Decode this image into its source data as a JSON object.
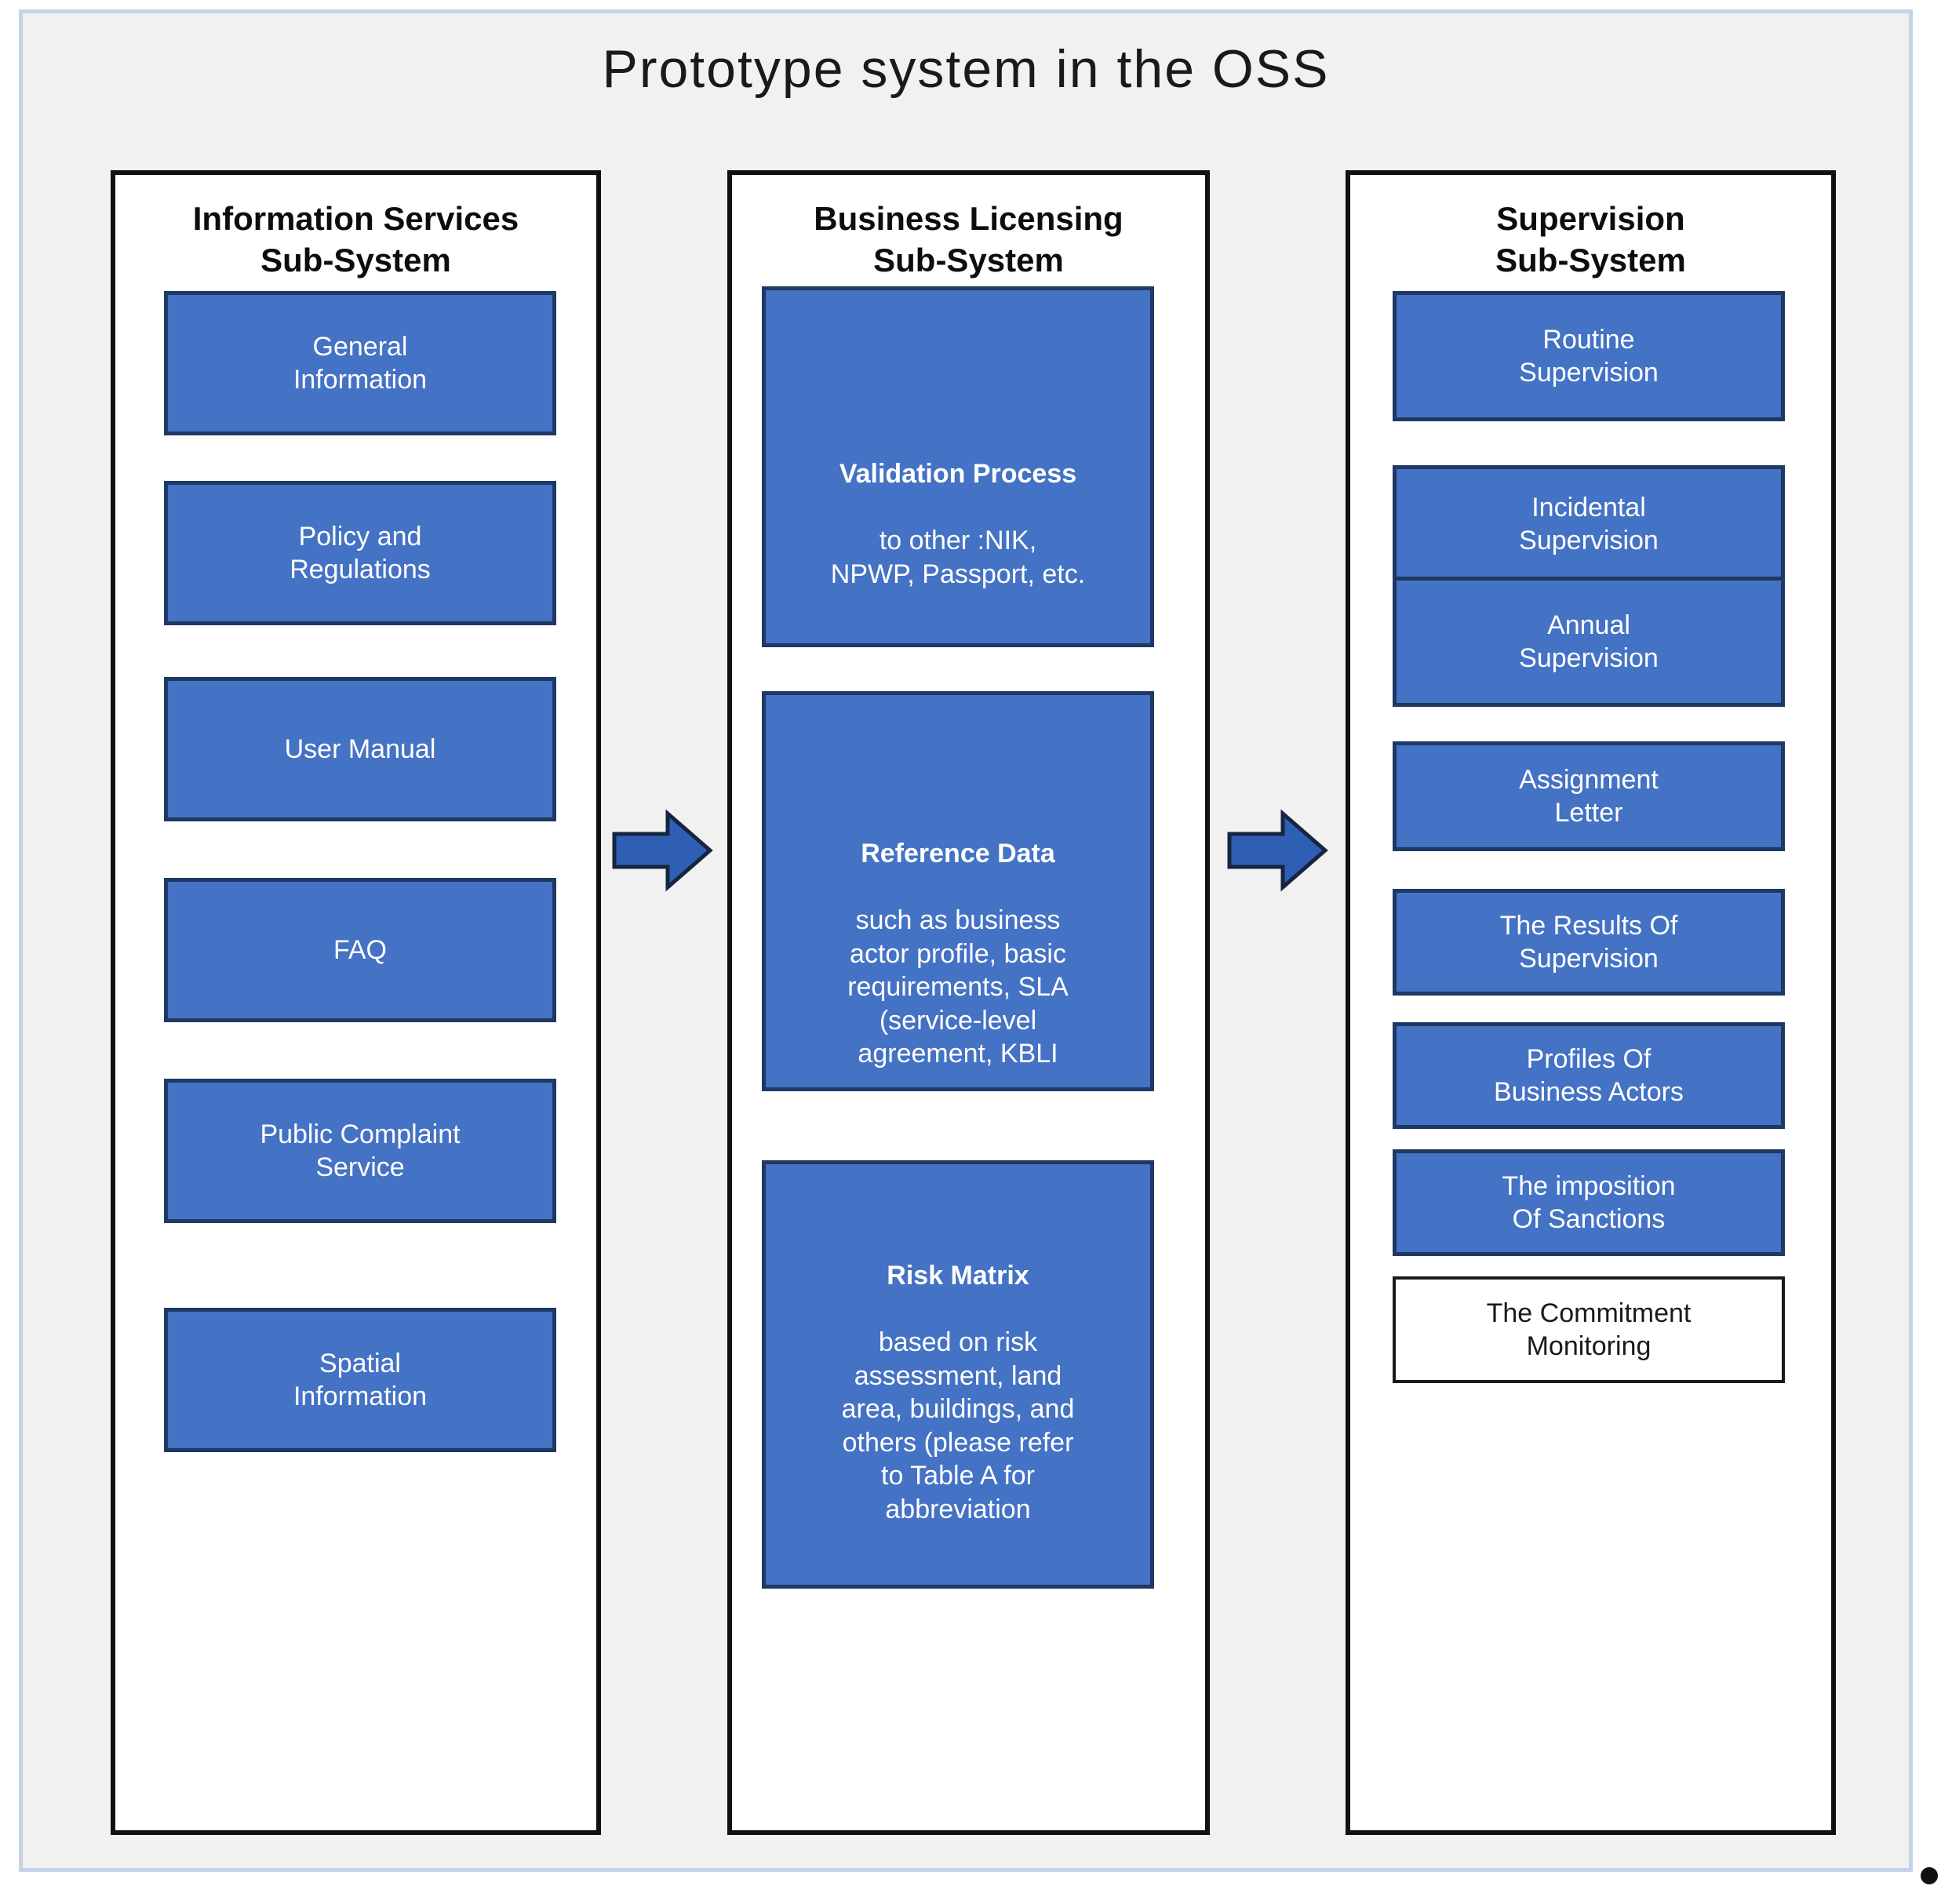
{
  "diagram": {
    "title": "Prototype system in the OSS",
    "colors": {
      "node_fill": "#4472C4",
      "node_border": "#1F3864",
      "panel_border": "#111111",
      "frame_border": "#C5D3EA",
      "frame_background": "#F1F1F1",
      "arrow_fill": "#2F5FB4"
    }
  },
  "columns": [
    {
      "title": "Information Services\nSub-System",
      "nodes": [
        {
          "label": "General\nInformation",
          "style": "filled"
        },
        {
          "label": "Policy and\nRegulations",
          "style": "filled"
        },
        {
          "label": "User Manual",
          "style": "filled"
        },
        {
          "label": "FAQ",
          "style": "filled"
        },
        {
          "label": "Public Complaint\nService",
          "style": "filled"
        },
        {
          "label": "Spatial\nInformation",
          "style": "filled"
        }
      ]
    },
    {
      "title": "Business Licensing\nSub-System",
      "nodes": [
        {
          "style": "filled",
          "lead": "Validation Process",
          "body": "to other  :NIK,\nNPWP, Passport, etc.",
          "label": "Validation Process to other  :NIK, NPWP, Passport, etc."
        },
        {
          "style": "filled",
          "lead": "Reference Data",
          "body": "such as  business\nactor profile, basic\nrequirements, SLA\n(service-level\nagreement, KBLI",
          "label": "Reference Data such as  business actor profile, basic requirements, SLA (service-level agreement, KBLI"
        },
        {
          "style": "filled",
          "lead": "Risk Matrix",
          "body": "based on risk\nassessment, land\narea, buildings, and\nothers (please refer\nto Table A for\nabbreviation",
          "label": "Risk Matrix based on risk assessment, land area, buildings, and others (please refer to Table A for abbreviation"
        }
      ]
    },
    {
      "title": "Supervision\nSub-System",
      "nodes": [
        {
          "label": "Routine\nSupervision",
          "style": "filled"
        },
        {
          "label": "Incidental\nSupervision",
          "style": "filled"
        },
        {
          "label": "Annual\nSupervision",
          "style": "filled"
        },
        {
          "label": "Assignment\nLetter",
          "style": "filled"
        },
        {
          "label": "The Results Of\nSupervision",
          "style": "filled"
        },
        {
          "label": "Profiles Of\nBusiness Actors",
          "style": "filled"
        },
        {
          "label": "The imposition\nOf Sanctions",
          "style": "filled"
        },
        {
          "label": "The Commitment\nMonitoring",
          "style": "plain"
        }
      ]
    }
  ],
  "arrows": [
    {
      "name": "arrow-information-to-licensing",
      "direction": "right"
    },
    {
      "name": "arrow-licensing-to-supervision",
      "direction": "right"
    }
  ]
}
